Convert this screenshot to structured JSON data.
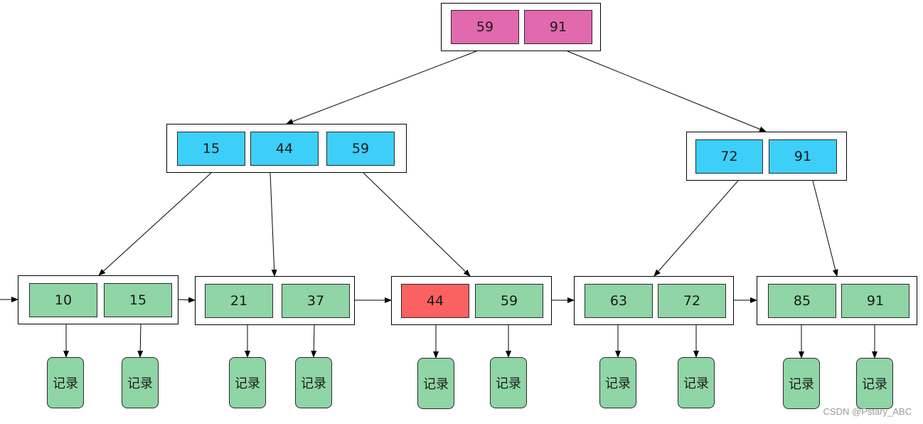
{
  "colors": {
    "root_key": "#e169ad",
    "internal_key": "#3ccff8",
    "leaf_key": "#8fd5a6",
    "highlighted_key": "#fc6161",
    "record": "#8fd5a6"
  },
  "tree": {
    "root": {
      "keys": [
        "59",
        "91"
      ]
    },
    "internal_left": {
      "keys": [
        "15",
        "44",
        "59"
      ]
    },
    "internal_right": {
      "keys": [
        "72",
        "91"
      ]
    },
    "leaves": [
      {
        "keys": [
          "10",
          "15"
        ]
      },
      {
        "keys": [
          "21",
          "37"
        ]
      },
      {
        "keys": [
          "44",
          "59"
        ],
        "highlighted_key": "44"
      },
      {
        "keys": [
          "63",
          "72"
        ]
      },
      {
        "keys": [
          "85",
          "91"
        ]
      }
    ],
    "record_label": "记录"
  },
  "watermark": "CSDN @Pstary_ABC"
}
